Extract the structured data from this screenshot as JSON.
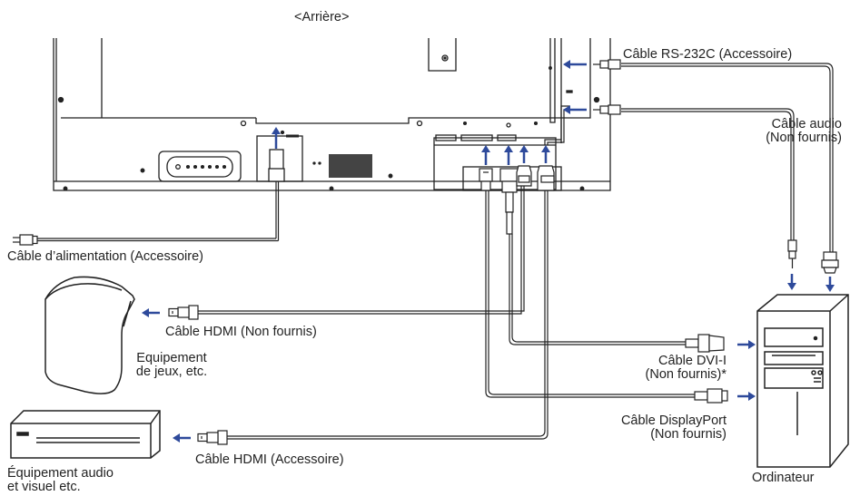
{
  "header": {
    "title": "<Arrière>"
  },
  "labels": {
    "rs232c": "Câble RS-232C (Accessoire)",
    "audio_line1": "Câble audio",
    "audio_line2": "(Non fournis)",
    "power": "Câble d’alimentation (Accessoire)",
    "hdmi_games": "Câble HDMI (Non fournis)",
    "games_line1": "Equipement",
    "games_line2": "de jeux, etc.",
    "dvi_line1": "Câble DVI-I",
    "dvi_line2": "(Non fournis)*",
    "dp_line1": "Câble DisplayPort",
    "dp_line2": "(Non fournis)",
    "hdmi_av": "Câble HDMI (Accessoire)",
    "av_line1": "Équipement audio",
    "av_line2": "et visuel etc.",
    "computer": "Ordinateur"
  },
  "colors": {
    "arrow": "#2e4a9b",
    "line": "#222222",
    "cable": "#777777"
  }
}
